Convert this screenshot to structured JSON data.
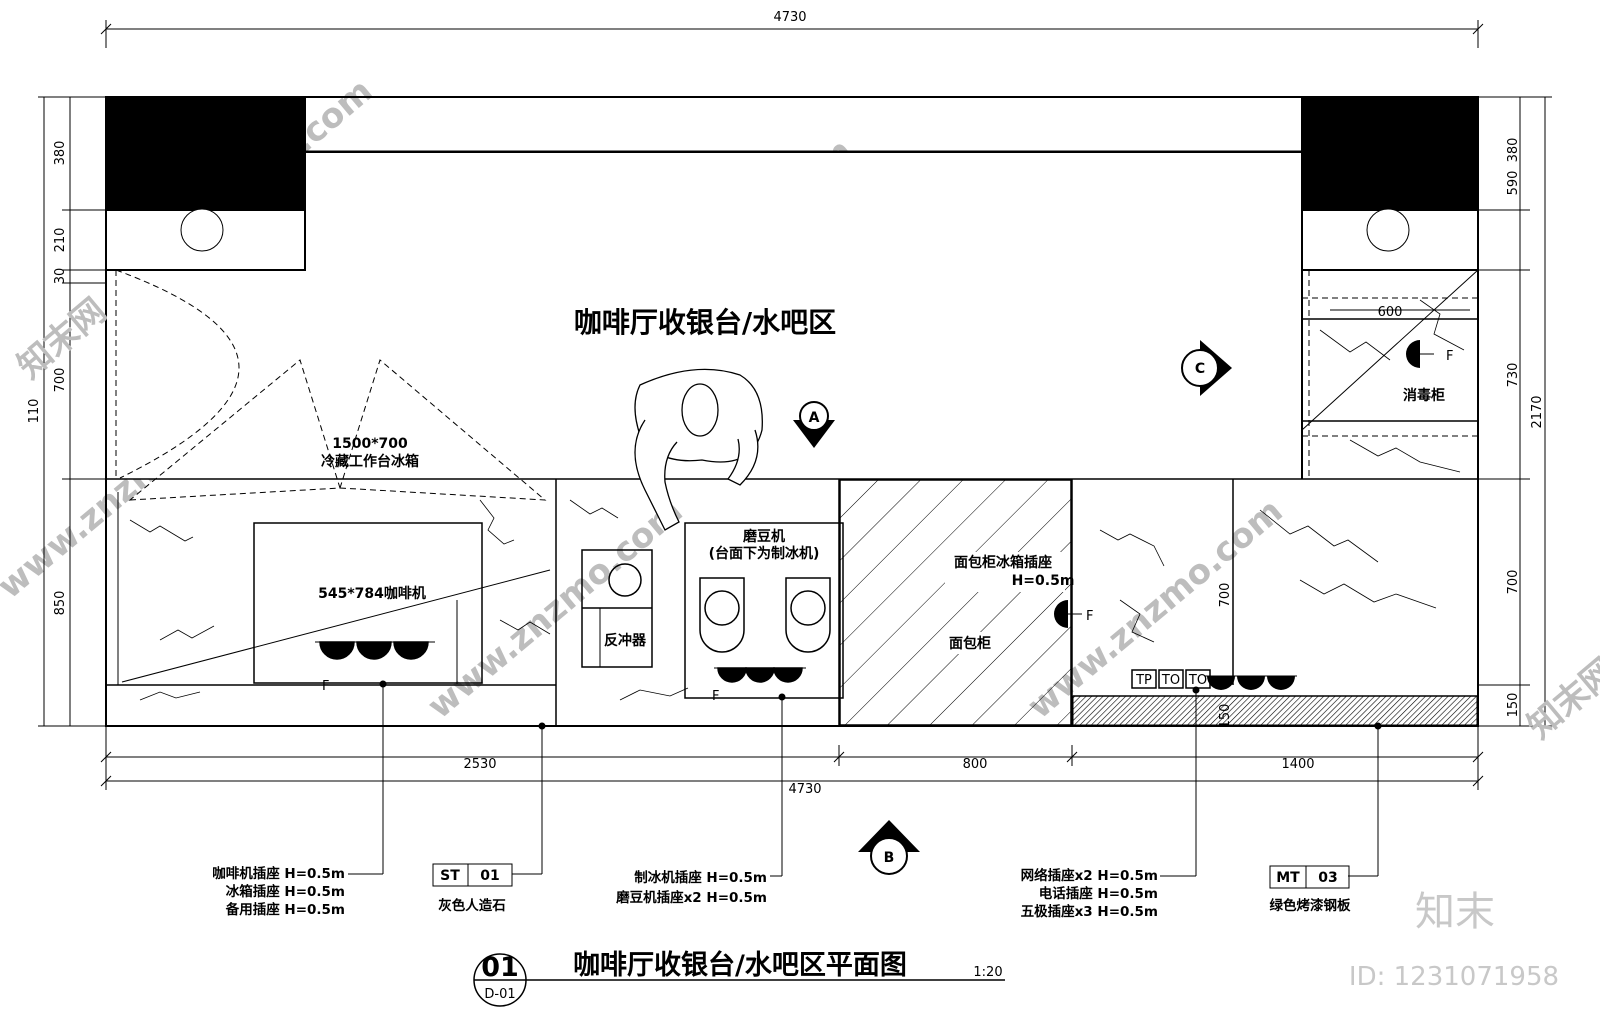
{
  "plan_title": "咖啡厅收银台/水吧区",
  "drawing": {
    "number": "01",
    "sheet": "D-01",
    "title": "咖啡厅收银台/水吧区平面图",
    "scale": "1:20"
  },
  "dimensions": {
    "top_total": "4730",
    "bottom_total": "4730",
    "bottom_segments": [
      "2530",
      "800",
      "1400"
    ],
    "left_segments": [
      "380",
      "210",
      "30",
      "700",
      "850"
    ],
    "left_outer": "110",
    "right_inner": [
      "590",
      "730",
      "700",
      "150"
    ],
    "right_extra": "380",
    "right_outer": "2170",
    "sterilizer_width": "600",
    "inner_700": "700",
    "inner_150": "150"
  },
  "labels": {
    "fridge_size": "1500*700",
    "fridge_name": "冷藏工作台冰箱",
    "coffee_machine": "545*784咖啡机",
    "backflush": "反冲器",
    "grinder": "磨豆机",
    "grinder_note": "(台面下为制冰机)",
    "bread_socket": "面包柜冰箱插座",
    "bread_socket_h": "H=0.5m",
    "bread_cabinet": "面包柜",
    "sterilizer": "消毒柜"
  },
  "markers": {
    "a": "A",
    "b": "B",
    "c": "C"
  },
  "socket_symbols": {
    "tp": "TP",
    "to": "TO",
    "f": "F"
  },
  "callouts": {
    "group1": [
      "咖啡机插座 H=0.5m",
      "冰箱插座 H=0.5m",
      "备用插座 H=0.5m"
    ],
    "group2": [
      "制冰机插座 H=0.5m",
      "磨豆机插座x2 H=0.5m"
    ],
    "group3": [
      "网络插座x2 H=0.5m",
      "电话插座 H=0.5m",
      "五极插座x3 H=0.5m"
    ]
  },
  "materials": {
    "st": {
      "code": "ST",
      "num": "01",
      "name": "灰色人造石"
    },
    "mt": {
      "code": "MT",
      "num": "03",
      "name": "绿色烤漆钢板"
    }
  },
  "watermark": {
    "site": "www.znzmo.com",
    "brand": "知末网",
    "logo": "知末",
    "id": "ID: 1231071958"
  }
}
